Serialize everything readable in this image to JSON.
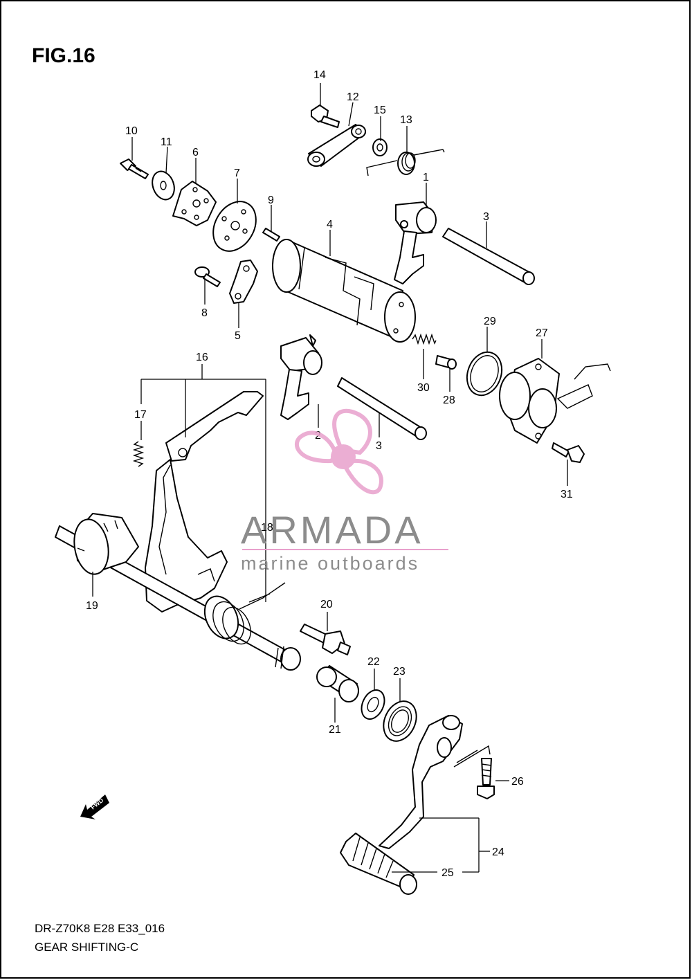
{
  "figure": {
    "title": "FIG.16",
    "model_code": "DR-Z70K8 E28 E33_016",
    "caption": "GEAR SHIFTING-C"
  },
  "watermark": {
    "name": "ARMADA",
    "tagline": "marine outboards",
    "logo_color": "#e8a0cc"
  },
  "fwd_arrow": {
    "label": "FWD"
  },
  "parts": {
    "p1": "1",
    "p2": "2",
    "p3a": "3",
    "p3b": "3",
    "p4": "4",
    "p5": "5",
    "p6": "6",
    "p7": "7",
    "p8": "8",
    "p9": "9",
    "p10": "10",
    "p11": "11",
    "p12": "12",
    "p13": "13",
    "p14": "14",
    "p15": "15",
    "p16": "16",
    "p17": "17",
    "p18": "18",
    "p19": "19",
    "p20": "20",
    "p21": "21",
    "p22": "22",
    "p23": "23",
    "p24": "24",
    "p25": "25",
    "p26": "26",
    "p27": "27",
    "p28": "28",
    "p29": "29",
    "p30": "30",
    "p31": "31"
  }
}
